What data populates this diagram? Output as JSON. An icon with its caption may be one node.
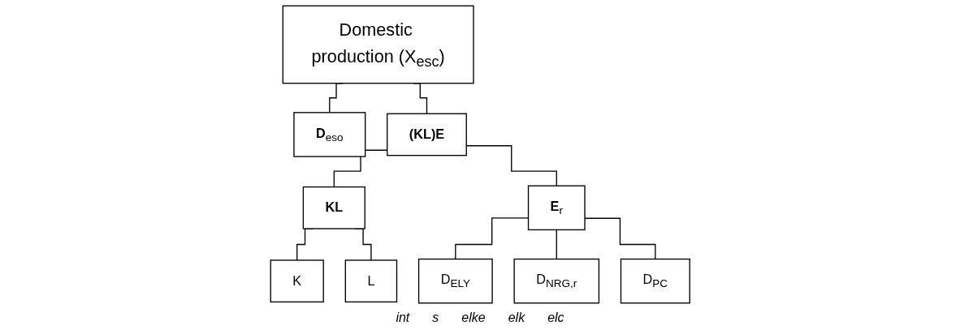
{
  "diagram": {
    "nodes": [
      {
        "text": [
          "Domestic production (X$_{esc}$)"
        ]
      },
      {
        "text": [
          "**D**$_{eso}$"
        ]
      },
      {
        "text": [
          "(KL)E"
        ]
      },
      {
        "text": [
          "KL"
        ]
      },
      {
        "text": [
          "**E**$_{r}$"
        ]
      },
      {
        "text": [
          "K"
        ]
      },
      {
        "text": [
          "L"
        ]
      },
      {
        "text": [
          "D$_{ELY}$"
        ]
      },
      {
        "text": [
          "D$_{NRG,r}$"
        ]
      },
      {
        "text": [
          "D$_{PC}$"
        ]
      }
    ],
    "edges": [
      {
        "from": 0,
        "to": 1,
        "arrow": "none"
      },
      {
        "from": 0,
        "to": 2,
        "arrow": "none"
      },
      {
        "from": 2,
        "to": 3,
        "arrow": "none"
      },
      {
        "from": 2,
        "to": 4,
        "arrow": "none"
      },
      {
        "from": 3,
        "to": 5,
        "arrow": "none"
      },
      {
        "from": 3,
        "to": 6,
        "arrow": "none"
      },
      {
        "from": 4,
        "to": 7,
        "arrow": "none"
      },
      {
        "from": 4,
        "to": 8,
        "arrow": "none"
      },
      {
        "from": 4,
        "to": 9,
        "arrow": "none"
      }
    ],
    "labels": [
      "int",
      "s",
      "elke",
      "elk",
      "elc"
    ]
  }
}
